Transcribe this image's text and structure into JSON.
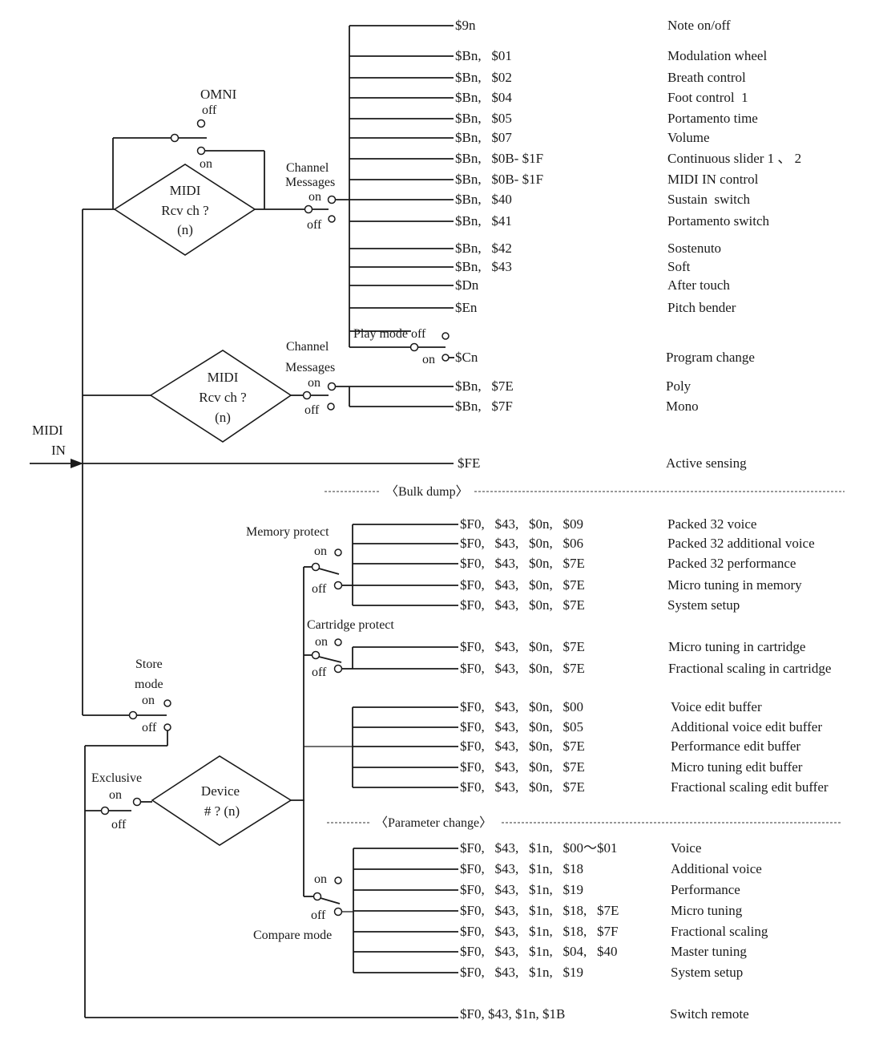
{
  "title": "MIDI IN flow diagram",
  "input": {
    "line1": "MIDI",
    "line2": "IN"
  },
  "decisions": {
    "rcv1": {
      "line1": "MIDI",
      "line2": "Rcv ch ?",
      "line3": "(n)"
    },
    "rcv2": {
      "line1": "MIDI",
      "line2": "Rcv ch ?",
      "line3": "(n)"
    },
    "device": {
      "line1": "Device",
      "line2": "# ? (n)"
    }
  },
  "switches": {
    "omni": {
      "title": "OMNI",
      "off": "off",
      "on": "on"
    },
    "channel1": {
      "line1": "Channel",
      "line2": "Messages",
      "on": "on",
      "off": "off"
    },
    "channel2": {
      "line1": "Channel",
      "line2": "Messages",
      "on": "on",
      "off": "off"
    },
    "playmode": {
      "label": "Play mode off",
      "on": "on"
    },
    "store": {
      "line1": "Store",
      "line2": "mode",
      "on": "on",
      "off": "off"
    },
    "exclusive": {
      "title": "Exclusive",
      "on": "on",
      "off": "off"
    },
    "memory": {
      "title": "Memory protect",
      "on": "on",
      "off": "off"
    },
    "cartridge": {
      "title": "Cartridge protect",
      "on": "on",
      "off": "off"
    },
    "compare": {
      "title": "Compare mode",
      "on": "on",
      "off": "off"
    }
  },
  "sections": {
    "bulk": "〈Bulk dump〉",
    "param": "〈Parameter change〉"
  },
  "channel_messages": [
    {
      "code": "$9n",
      "desc": "Note on/off"
    },
    {
      "code": "$Bn,   $01",
      "desc": "Modulation wheel"
    },
    {
      "code": "$Bn,   $02",
      "desc": "Breath control"
    },
    {
      "code": "$Bn,   $04",
      "desc": "Foot control  1"
    },
    {
      "code": "$Bn,   $05",
      "desc": "Portamento time"
    },
    {
      "code": "$Bn,   $07",
      "desc": "Volume"
    },
    {
      "code": "$Bn,   $0B- $1F",
      "desc": "Continuous slider 1 、 2"
    },
    {
      "code": "$Bn,   $0B- $1F",
      "desc": "MIDI IN control"
    },
    {
      "code": "$Bn,   $40",
      "desc": "Sustain  switch"
    },
    {
      "code": "$Bn,   $41",
      "desc": "Portamento switch"
    },
    {
      "code": "$Bn,   $42",
      "desc": "Sostenuto"
    },
    {
      "code": "$Bn,   $43",
      "desc": "Soft"
    },
    {
      "code": "$Dn",
      "desc": "After touch"
    },
    {
      "code": "$En",
      "desc": "Pitch bender"
    }
  ],
  "program_change": {
    "code": "$Cn",
    "desc": "Program change"
  },
  "mode_messages": [
    {
      "code": "$Bn,   $7E",
      "desc": "Poly"
    },
    {
      "code": "$Bn,   $7F",
      "desc": "Mono"
    }
  ],
  "active_sensing": {
    "code": "$FE",
    "desc": "Active sensing"
  },
  "bulk_memory": [
    {
      "code": "$F0,   $43,   $0n,   $09",
      "desc": "Packed 32 voice"
    },
    {
      "code": "$F0,   $43,   $0n,   $06",
      "desc": "Packed 32 additional voice"
    },
    {
      "code": "$F0,   $43,   $0n,   $7E",
      "desc": "Packed 32 performance"
    },
    {
      "code": "$F0,   $43,   $0n,   $7E",
      "desc": "Micro tuning in memory"
    },
    {
      "code": "$F0,   $43,   $0n,   $7E",
      "desc": "System setup"
    }
  ],
  "bulk_cartridge": [
    {
      "code": "$F0,   $43,   $0n,   $7E",
      "desc": "Micro tuning in cartridge"
    },
    {
      "code": "$F0,   $43,   $0n,   $7E",
      "desc": "Fractional scaling in cartridge"
    }
  ],
  "bulk_buffer": [
    {
      "code": "$F0,   $43,   $0n,   $00",
      "desc": "Voice edit buffer"
    },
    {
      "code": "$F0,   $43,   $0n,   $05",
      "desc": "Additional voice edit buffer"
    },
    {
      "code": "$F0,   $43,   $0n,   $7E",
      "desc": "Performance edit buffer"
    },
    {
      "code": "$F0,   $43,   $0n,   $7E",
      "desc": "Micro tuning edit buffer"
    },
    {
      "code": "$F0,   $43,   $0n,   $7E",
      "desc": "Fractional scaling edit buffer"
    }
  ],
  "param_change": [
    {
      "code": "$F0,   $43,   $1n,   $00〜$01",
      "desc": "Voice"
    },
    {
      "code": "$F0,   $43,   $1n,   $18",
      "desc": "Additional voice"
    },
    {
      "code": "$F0,   $43,   $1n,   $19",
      "desc": "Performance"
    },
    {
      "code": "$F0,   $43,   $1n,   $18,   $7E",
      "desc": "Micro tuning"
    },
    {
      "code": "$F0,   $43,   $1n,   $18,   $7F",
      "desc": "Fractional scaling"
    },
    {
      "code": "$F0,   $43,   $1n,   $04,   $40",
      "desc": "Master tuning"
    },
    {
      "code": "$F0,   $43,   $1n,   $19",
      "desc": "System setup"
    }
  ],
  "switch_remote": {
    "code": "$F0,   $43,   $1n,   $1B",
    "desc": "Switch remote"
  }
}
